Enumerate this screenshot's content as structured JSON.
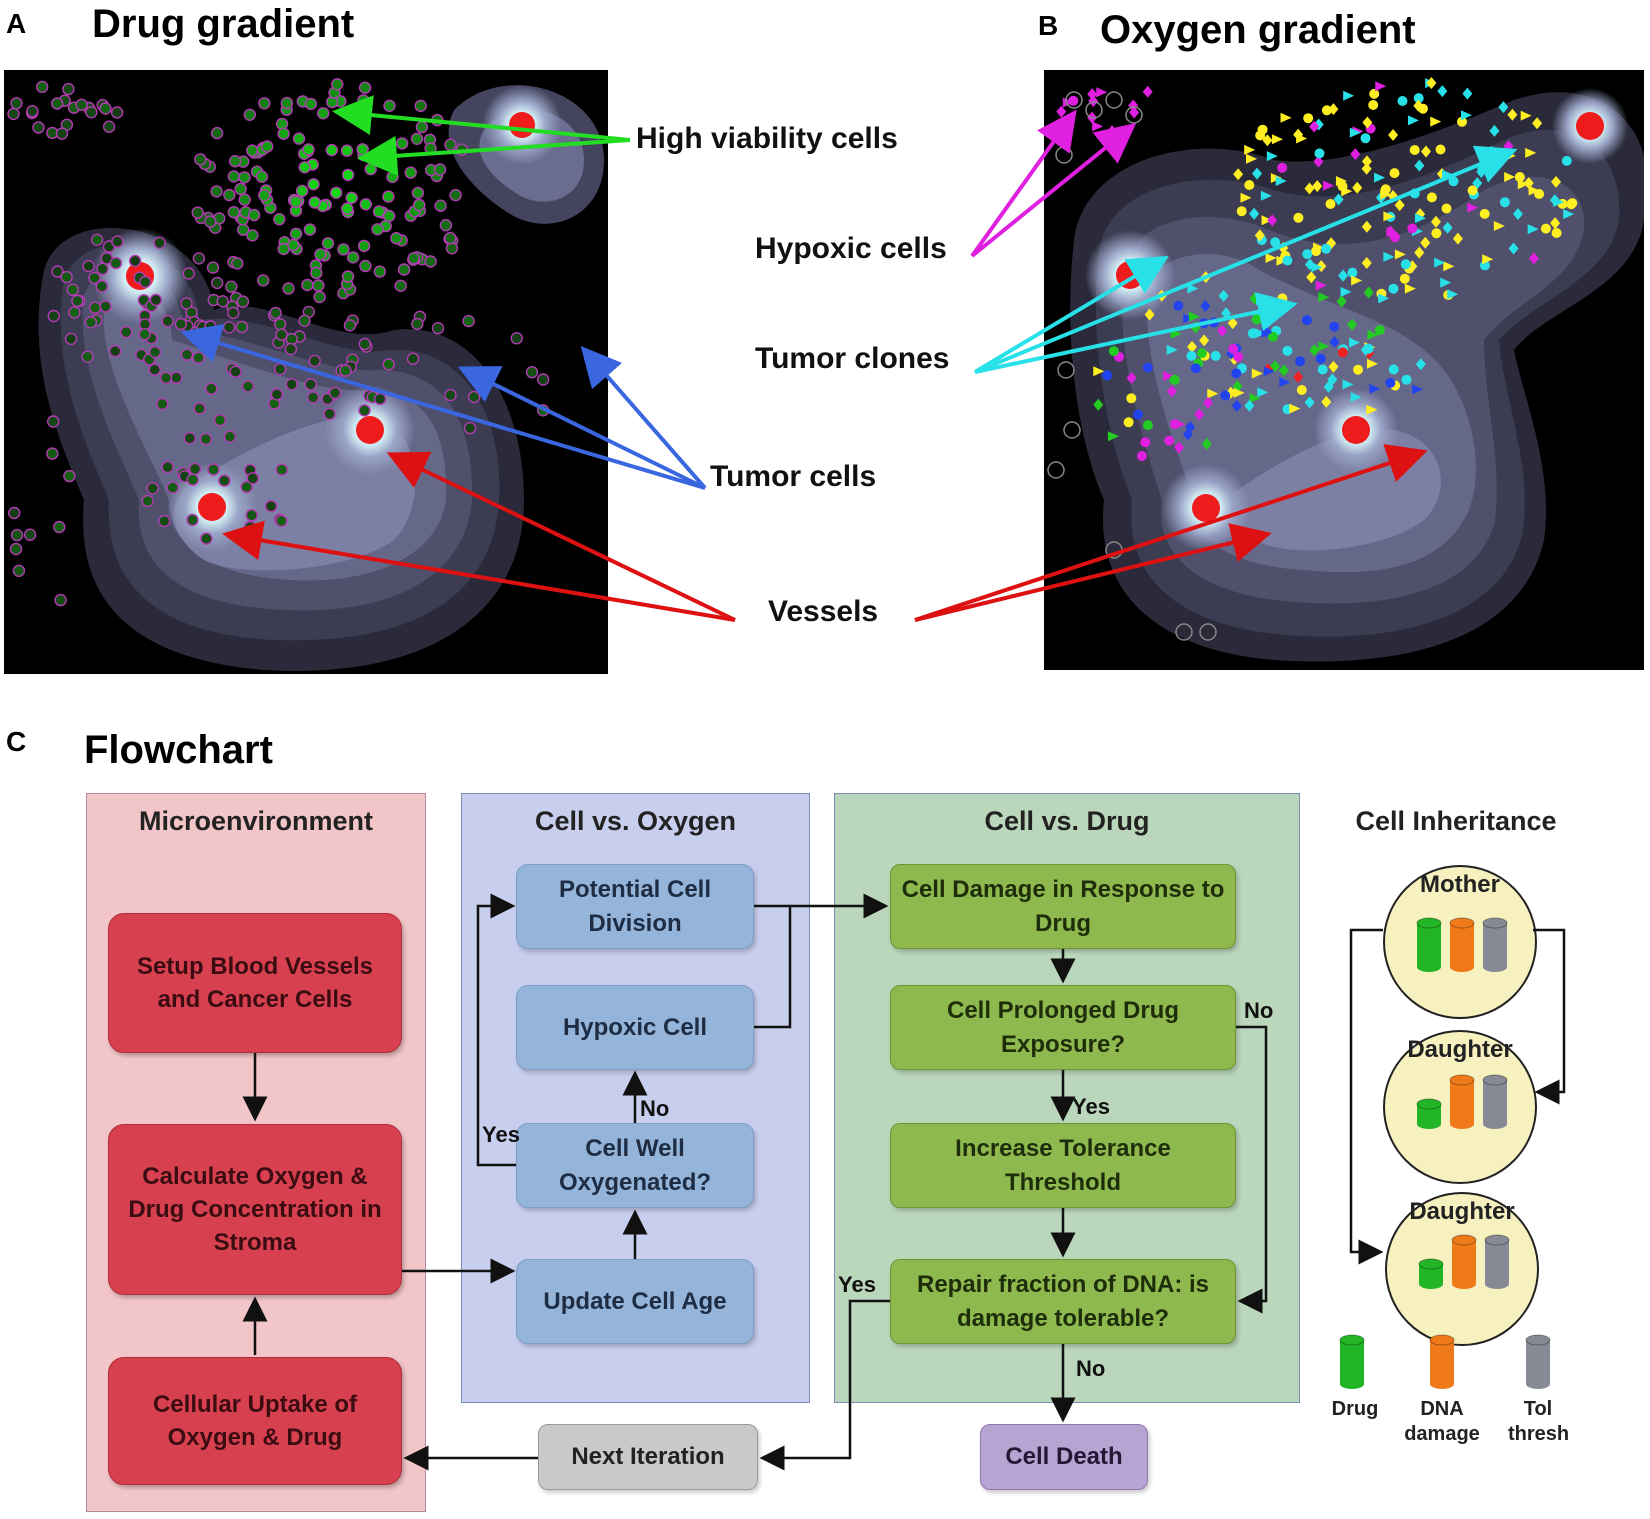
{
  "panels": {
    "a": {
      "letter": "A",
      "title": "Drug gradient"
    },
    "b": {
      "letter": "B",
      "title": "Oxygen gradient"
    },
    "c": {
      "letter": "C",
      "title": "Flowchart"
    }
  },
  "sim_labels": {
    "high_viability": "High viability cells",
    "hypoxic": "Hypoxic cells",
    "tumor_clones": "Tumor clones",
    "tumor_cells": "Tumor cells",
    "vessels": "Vessels"
  },
  "sections": {
    "microenvironment": "Microenvironment",
    "cell_vs_oxygen": "Cell vs. Oxygen",
    "cell_vs_drug": "Cell vs. Drug",
    "cell_inheritance": "Cell Inheritance"
  },
  "boxes": {
    "setup": "Setup Blood Vessels and Cancer Cells",
    "calculate": "Calculate Oxygen & Drug Concentration in Stroma",
    "uptake": "Cellular Uptake of Oxygen & Drug",
    "potential_division": "Potential Cell Division",
    "hypoxic_cell": "Hypoxic Cell",
    "well_oxygenated": "Cell Well Oxygenated?",
    "update_age": "Update Cell Age",
    "damage_response": "Cell Damage in Response to Drug",
    "prolonged_exposure": "Cell Prolonged Drug Exposure?",
    "increase_tolerance": "Increase Tolerance Threshold",
    "repair_dna": "Repair fraction of DNA: is damage tolerable?",
    "next_iteration": "Next Iteration",
    "cell_death": "Cell Death"
  },
  "edge_labels": {
    "no_oxygen": "No",
    "yes_oxygen": "Yes",
    "no_exposure": "No",
    "yes_exposure": "Yes",
    "yes_repair": "Yes",
    "no_repair": "No"
  },
  "inheritance": {
    "mother": "Mother",
    "daughter1": "Daughter",
    "daughter2": "Daughter",
    "legend": {
      "drug": "Drug",
      "dna_damage": "DNA damage",
      "tol_thresh": "Tol thresh"
    },
    "colors": {
      "drug": "#22b525",
      "dna_damage": "#f07a1a",
      "tol_thresh": "#868a94"
    }
  },
  "colors": {
    "vessel": "#ee1c1c",
    "high_viability_arrow": "#22dd22",
    "hypoxic_arrow": "#e020e0",
    "tumor_clone_arrow": "#28e0e8",
    "tumor_cell_arrow": "#3a66e0",
    "vessel_arrow": "#dd1111"
  }
}
